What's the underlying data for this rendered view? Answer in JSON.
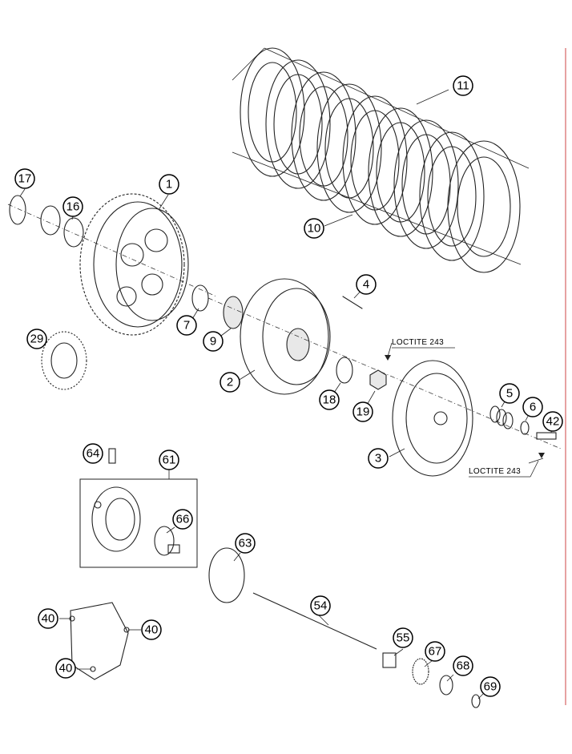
{
  "diagram": {
    "callouts": [
      {
        "id": "c17",
        "label": "17"
      },
      {
        "id": "c16",
        "label": "16"
      },
      {
        "id": "c1",
        "label": "1"
      },
      {
        "id": "c11",
        "label": "11"
      },
      {
        "id": "c10",
        "label": "10"
      },
      {
        "id": "c4",
        "label": "4"
      },
      {
        "id": "c7",
        "label": "7"
      },
      {
        "id": "c9",
        "label": "9"
      },
      {
        "id": "c29",
        "label": "29"
      },
      {
        "id": "c2",
        "label": "2"
      },
      {
        "id": "c18",
        "label": "18"
      },
      {
        "id": "c19",
        "label": "19"
      },
      {
        "id": "c5",
        "label": "5"
      },
      {
        "id": "c6",
        "label": "6"
      },
      {
        "id": "c42",
        "label": "42"
      },
      {
        "id": "c3",
        "label": "3"
      },
      {
        "id": "c64",
        "label": "64"
      },
      {
        "id": "c61",
        "label": "61"
      },
      {
        "id": "c66",
        "label": "66"
      },
      {
        "id": "c63",
        "label": "63"
      },
      {
        "id": "c54",
        "label": "54"
      },
      {
        "id": "c40a",
        "label": "40"
      },
      {
        "id": "c40b",
        "label": "40"
      },
      {
        "id": "c40c",
        "label": "40"
      },
      {
        "id": "c55",
        "label": "55"
      },
      {
        "id": "c67",
        "label": "67"
      },
      {
        "id": "c68",
        "label": "68"
      },
      {
        "id": "c69",
        "label": "69"
      }
    ],
    "notes": [
      {
        "id": "n1",
        "text": "LOCTITE 243"
      },
      {
        "id": "n2",
        "text": "LOCTITE 243"
      }
    ]
  }
}
